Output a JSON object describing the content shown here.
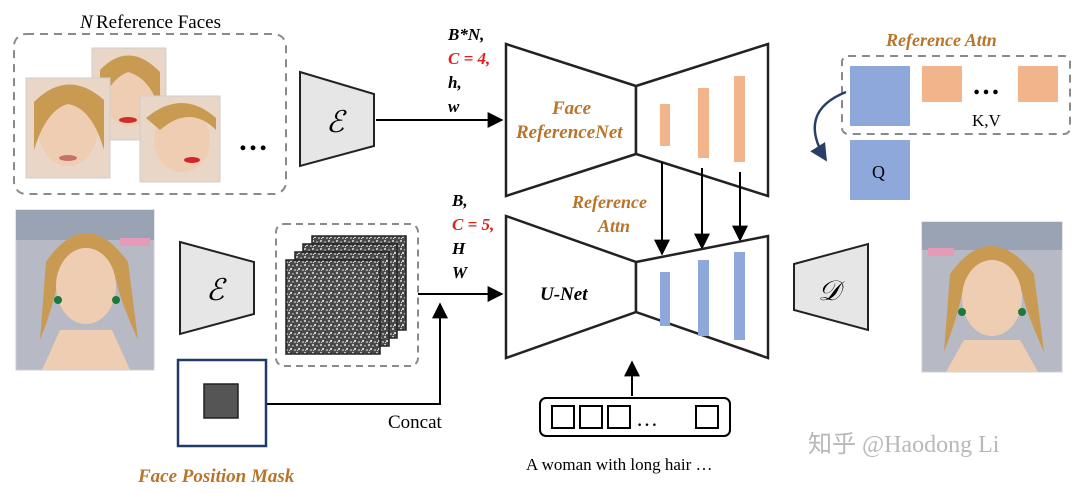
{
  "labels": {
    "reference_faces": "Reference Faces",
    "reference_faces_n": "N",
    "dots": "…",
    "encoder_symbol": "ℰ",
    "decoder_symbol": "𝒟",
    "top_shape_l1": "B*N,",
    "top_shape_l2": "C = 4,",
    "top_shape_l3": "h,",
    "top_shape_l4": "w",
    "face_referencenet_l1": "Face",
    "face_referencenet_l2": "ReferenceNet",
    "reference_attn_middle_l1": "Reference",
    "reference_attn_middle_l2": "Attn",
    "bottom_shape_l1": "B,",
    "bottom_shape_l2": "C = 5,",
    "bottom_shape_l3": "H",
    "bottom_shape_l4": "W",
    "unet": "U-Net",
    "concat": "Concat",
    "face_position_mask": "Face Position Mask",
    "text_prompt": "A  woman with long hair …",
    "reference_attn_panel": "Reference Attn",
    "q_label": "Q",
    "kv_label": "K,V",
    "watermark": "知乎 @Haodong Li"
  },
  "colors": {
    "orange_text": "#b8742a",
    "red_text": "#e0201c",
    "encoder_fill": "#e6e6e6",
    "orange_bar": "#f1b48b",
    "blue_bar": "#8ea8dc",
    "mask_square": "#555555",
    "mask_border": "#1f3b66"
  }
}
